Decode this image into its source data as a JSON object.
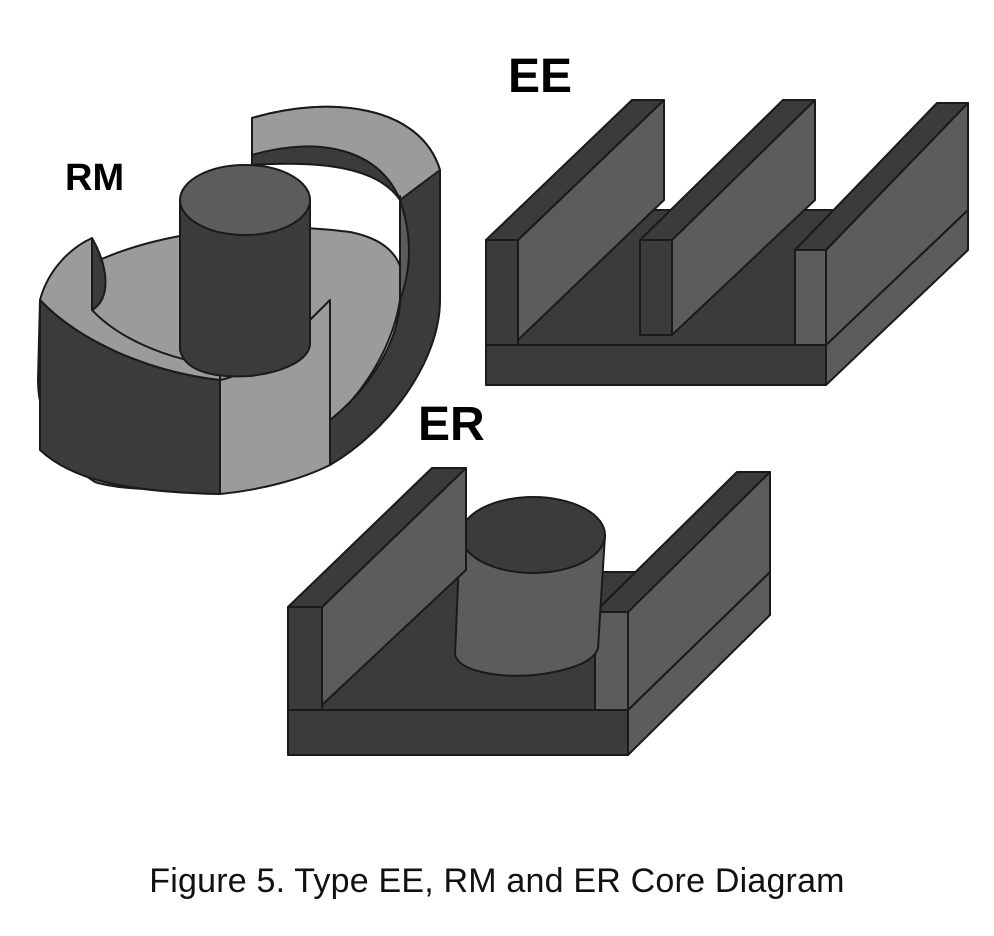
{
  "labels": {
    "rm": "RM",
    "ee": "EE",
    "er": "ER"
  },
  "caption": "Figure 5. Type EE, RM and ER Core Diagram",
  "colors": {
    "dark": "#3b3b3d",
    "medium": "#5c5c5e",
    "light": "#9b9b9d",
    "outline": "#1a1a1a",
    "background": "#ffffff"
  }
}
